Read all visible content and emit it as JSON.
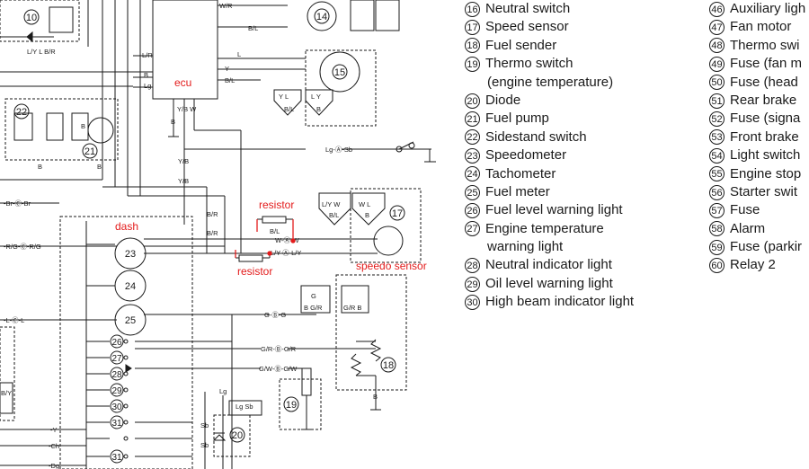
{
  "legend_col1": [
    {
      "num": "16",
      "label": "Neutral switch"
    },
    {
      "num": "17",
      "label": "Speed sensor"
    },
    {
      "num": "18",
      "label": "Fuel sender"
    },
    {
      "num": "19",
      "label": "Thermo switch"
    },
    {
      "num": "",
      "label": "(engine temperature)"
    },
    {
      "num": "20",
      "label": "Diode"
    },
    {
      "num": "21",
      "label": "Fuel pump"
    },
    {
      "num": "22",
      "label": "Sidestand switch"
    },
    {
      "num": "23",
      "label": "Speedometer"
    },
    {
      "num": "24",
      "label": "Tachometer"
    },
    {
      "num": "25",
      "label": "Fuel meter"
    },
    {
      "num": "26",
      "label": "Fuel level warning light"
    },
    {
      "num": "27",
      "label": "Engine temperature"
    },
    {
      "num": "",
      "label": "warning light"
    },
    {
      "num": "28",
      "label": "Neutral indicator light"
    },
    {
      "num": "29",
      "label": "Oil level warning light"
    },
    {
      "num": "30",
      "label": "High beam indicator light"
    }
  ],
  "legend_col2": [
    {
      "num": "46",
      "label": "Auxiliary ligh"
    },
    {
      "num": "47",
      "label": "Fan motor"
    },
    {
      "num": "48",
      "label": "Thermo swi"
    },
    {
      "num": "49",
      "label": "Fuse (fan m"
    },
    {
      "num": "50",
      "label": "Fuse (head"
    },
    {
      "num": "51",
      "label": "Rear brake"
    },
    {
      "num": "52",
      "label": "Fuse (signa"
    },
    {
      "num": "53",
      "label": "Front brake"
    },
    {
      "num": "54",
      "label": "Light switch"
    },
    {
      "num": "55",
      "label": "Engine stop"
    },
    {
      "num": "56",
      "label": "Starter swit"
    },
    {
      "num": "57",
      "label": "Fuse"
    },
    {
      "num": "58",
      "label": "Alarm"
    },
    {
      "num": "59",
      "label": "Fuse (parkir"
    },
    {
      "num": "60",
      "label": "Relay 2"
    }
  ],
  "annotations": {
    "ecu": "ecu",
    "dash": "dash",
    "resistor_top": "resistor",
    "resistor_bottom": "resistor",
    "speedo_sensor": "speedo sensor",
    "annotation_color": "#e31b1b"
  },
  "component_numbers": {
    "c10": "10",
    "c14": "14",
    "c15": "15",
    "c17": "17",
    "c18": "18",
    "c19": "19",
    "c20": "20",
    "c21": "21",
    "c22": "22",
    "c23": "23",
    "c24": "24",
    "c25": "25",
    "c26": "26",
    "c27": "27",
    "c28": "28",
    "c29": "29",
    "c30": "30",
    "c31": "31",
    "c31b": "31"
  },
  "wire_labels": {
    "wr": "W/R",
    "bl1": "B/L",
    "l": "L",
    "y": "Y",
    "bl2": "B/L",
    "lr": "L/R",
    "b": "B",
    "lg": "Lg",
    "ybw": "Y/B W",
    "b_ecu": "B",
    "yb1": "Y/B",
    "yb2": "Y/B",
    "lg_sb": "Lg-Ⓐ-Sb",
    "br": "-Br-Ⓒ-Br",
    "rg": "-R/G-Ⓒ-R/G",
    "l_l": "-L-Ⓒ-L",
    "br2": "B/R",
    "br3": "B/R",
    "bl3": "B/L",
    "w_w": "W-Ⓐ-W",
    "ly": "L/Y-Ⓐ-L/Y",
    "g": "G-Ⓑ-G",
    "gr": "G/R-Ⓑ-G/R",
    "gw": "G/W-Ⓑ-G/W",
    "yr": "-Y",
    "ch": "-Ch",
    "dg": "-Dg",
    "lg2": "Lg",
    "sb1": "Sb",
    "sb2": "Sb",
    "b21": "B",
    "b22": "B",
    "lybw": "L/Y W",
    "bl4": "B/L",
    "wl": "W L",
    "b17": "B",
    "ylb": "Y L",
    "bl5": "B/L",
    "ly2": "L Y",
    "b15": "B",
    "g_gr": "G",
    "b_gr": "B G/R",
    "gr2": "G/R B",
    "y_l": "L/Y L B/R",
    "ly3": "L/Y",
    "y_": "Y",
    "l_": "L",
    "wr2": "W/R",
    "bl6": "B/L",
    "b_": "B",
    "br4": "B/Y",
    "ly4": "L/Y",
    "lg_sb2": "Lg Sb",
    "b18": "B",
    "by": "B/Y",
    "b_22": "B",
    "b2": "B"
  }
}
